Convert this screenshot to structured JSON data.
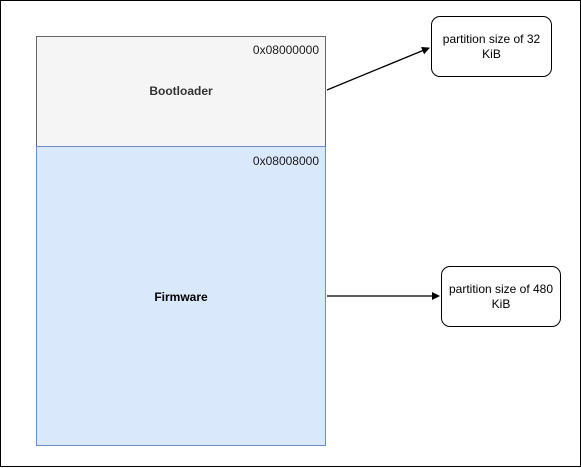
{
  "partitions": [
    {
      "name": "Bootloader",
      "address": "0x08000000",
      "fill": "#f5f5f5",
      "stroke": "#666666"
    },
    {
      "name": "Firmware",
      "address": "0x08008000",
      "fill": "#dae8fc",
      "stroke": "#6c8ebf"
    }
  ],
  "callouts": [
    {
      "text": "partition size of 32 KiB"
    },
    {
      "text": "partition size of 480 KiB"
    }
  ]
}
